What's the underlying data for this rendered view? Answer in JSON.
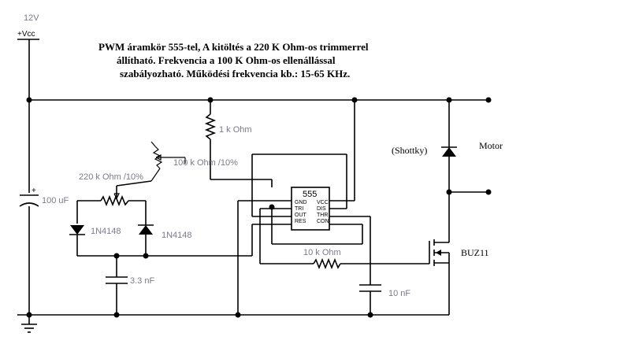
{
  "title": {
    "line1": "PWM áramkör 555-tel, A kitöltés a 220 K Ohm-os trimmerrel",
    "line2": "állítható. Frekvencia a 100 K Ohm-os ellenállással",
    "line3": "szabályozható.  Működési frekvencia  kb.: 15-65 KHz."
  },
  "supply": {
    "voltage": "12V",
    "rail": "+Vcc"
  },
  "components": {
    "r_1k": "1 k Ohm",
    "pot_100k": "100 k Ohm /10%",
    "pot_220k": "220 k Ohm /10%",
    "c_100u": "100 uF",
    "d1": "1N4148",
    "d2": "1N4148",
    "c_3n3": "3.3 nF",
    "ic": "555",
    "r_10k": "10 k Ohm",
    "c_10n": "10 nF",
    "schottky": "(Shottky)",
    "mosfet": "BUZ11",
    "motor": "Motor"
  },
  "ic_pins": {
    "left": [
      "GND",
      "TRI",
      "OUT",
      "RES"
    ],
    "right": [
      "VCC",
      "DIS",
      "THR",
      "CON"
    ]
  }
}
